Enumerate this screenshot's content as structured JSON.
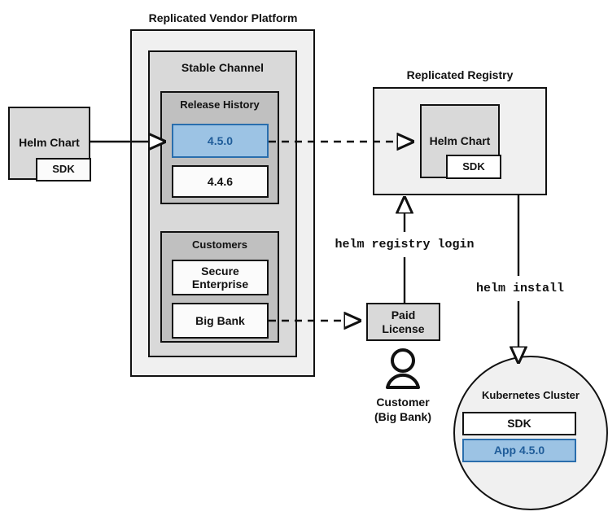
{
  "diagram": {
    "title_vendor_platform": "Replicated Vendor Platform",
    "title_registry": "Replicated Registry",
    "stable_channel": "Stable Channel",
    "release_history": "Release History",
    "release_current": "4.5.0",
    "release_previous": "4.4.6",
    "customers_label": "Customers",
    "customer_secure_enterprise": "Secure\nEnterprise",
    "customer_big_bank": "Big Bank",
    "helm_chart_left": "Helm Chart",
    "sdk_left": "SDK",
    "helm_chart_registry": "Helm Chart",
    "sdk_registry": "SDK",
    "paid_license": "Paid\nLicense",
    "customer_person": "Customer\n(Big Bank)",
    "cmd_registry_login": "helm registry login",
    "cmd_helm_install": "helm install",
    "k8s_cluster": "Kubernetes Cluster",
    "k8s_sdk": "SDK",
    "k8s_app": "App 4.5.0"
  },
  "colors": {
    "stroke": "#111111",
    "accent_blue_fill": "#9cc3e4",
    "accent_blue_border": "#2a6ead",
    "accent_blue_text": "#1f5c99",
    "outer_fill": "#f0f0f0",
    "mid_fill": "#d9d9d9",
    "inner_fill": "#c0c0c0",
    "white_fill": "#fbfbfb"
  }
}
